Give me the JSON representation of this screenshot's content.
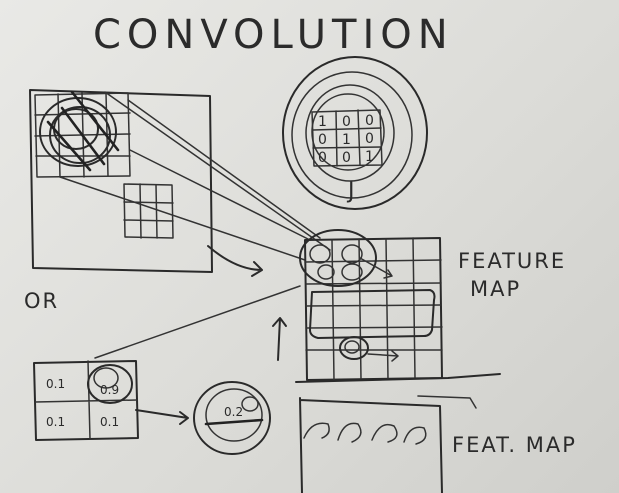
{
  "title": "CONVOLUTION",
  "labels": {
    "or": "OR",
    "feature_map_line1": "FEATURE",
    "feature_map_line2": "MAP",
    "feat_map": "FEAT. MAP"
  },
  "kernel_matrix": {
    "cells": [
      "1",
      "0",
      "0",
      "0",
      "1",
      "0",
      "0",
      "0",
      "1"
    ]
  },
  "kernel_caption": "J",
  "small_kernel": {
    "cells": [
      "0.1",
      "0.9",
      "0.1",
      "0.1"
    ]
  },
  "pooled_value": "0.2"
}
